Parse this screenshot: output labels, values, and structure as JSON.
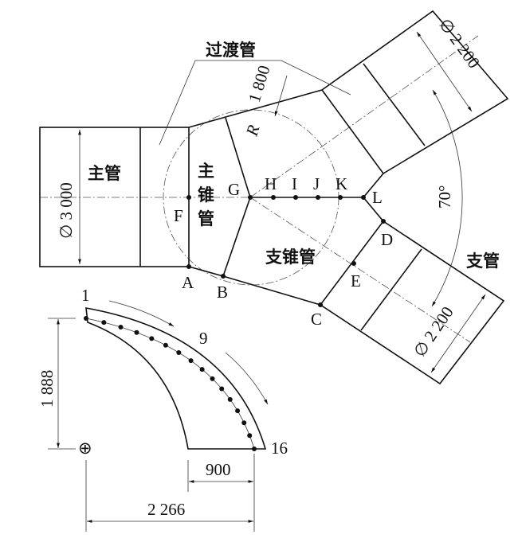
{
  "labels": {
    "transition_pipe": "过渡管",
    "main_pipe": "主管",
    "main_cone_1": "主",
    "main_cone_2": "锥",
    "main_cone_3": "管",
    "branch_cone": "支锥管",
    "branch_pipe": "支管",
    "radius_symbol": "R",
    "radius_value": "1 800",
    "main_diameter": "3 000",
    "branch_diameter_upper": "2 200",
    "branch_diameter_lower": "2 200",
    "angle": "70°",
    "diameter_symbol": "∅"
  },
  "points": [
    "A",
    "B",
    "C",
    "D",
    "E",
    "F",
    "G",
    "H",
    "I",
    "J",
    "K",
    "L"
  ],
  "development": {
    "start_label": "1",
    "mid_label": "9",
    "end_label": "16",
    "height": "1 888",
    "width_inner": "900",
    "width_total": "2 266",
    "origin_symbol": "⊕"
  }
}
